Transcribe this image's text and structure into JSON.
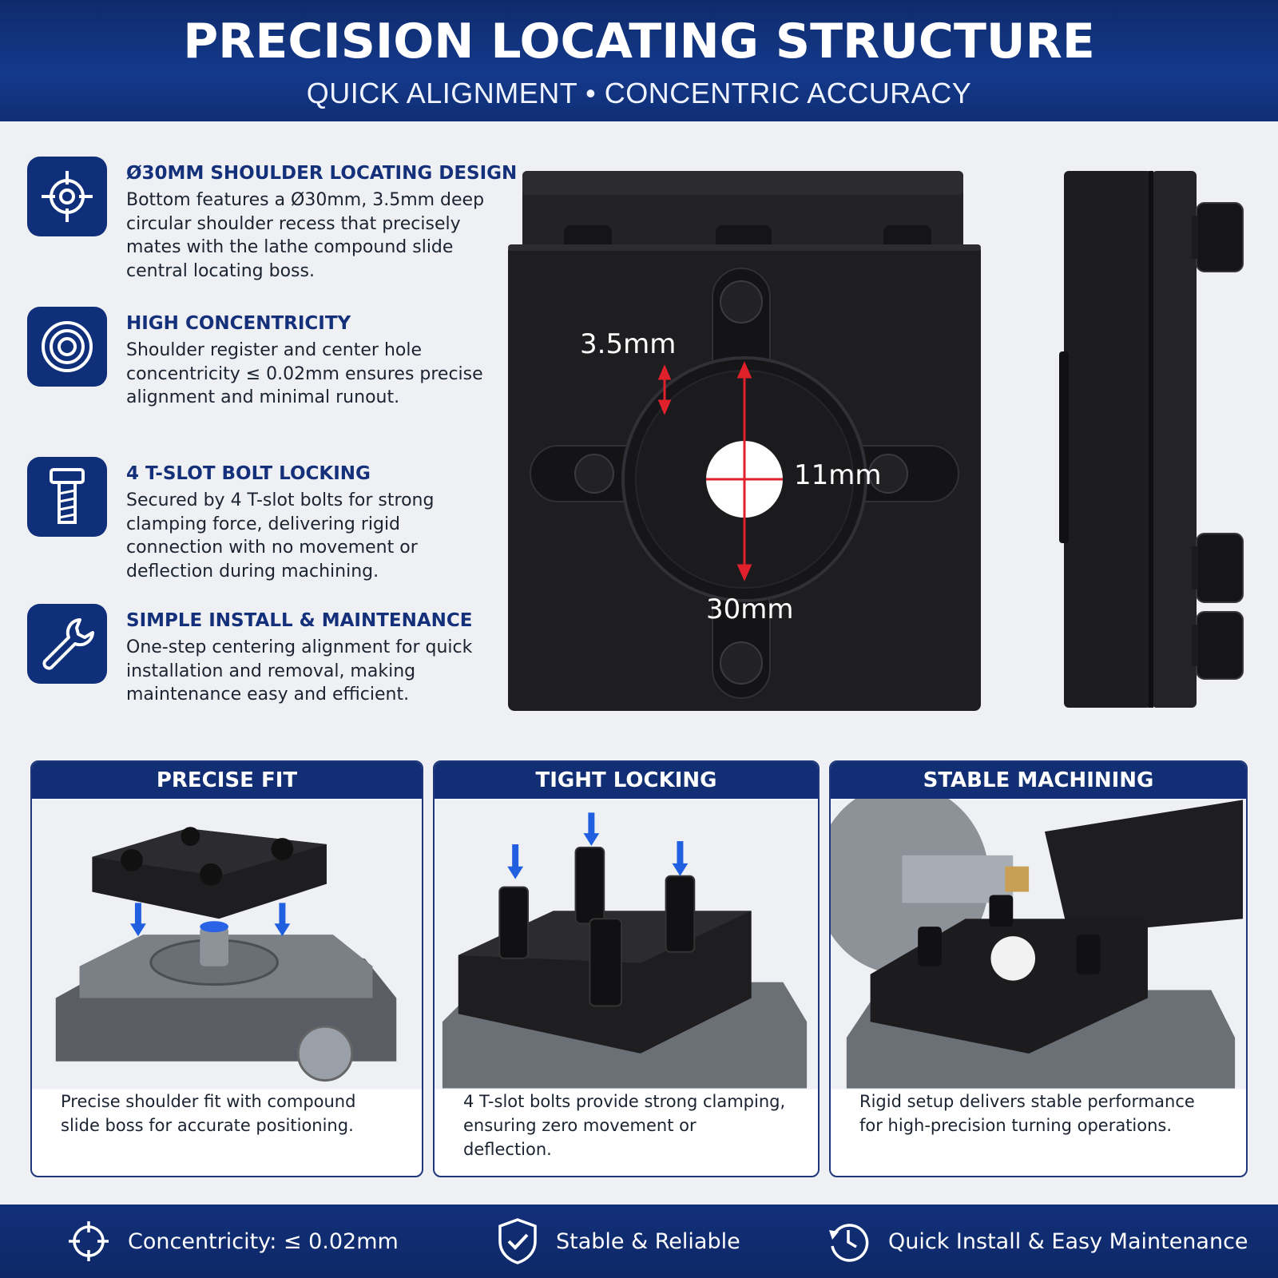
{
  "header": {
    "title": "PRECISION LOCATING STRUCTURE",
    "subtitle": "QUICK ALIGNMENT • CONCENTRIC ACCURACY"
  },
  "features": [
    {
      "icon": "crosshair-target-icon",
      "title": "Ø30MM SHOULDER LOCATING DESIGN",
      "description": "Bottom features a Ø30mm, 3.5mm deep circular shoulder recess that precisely mates with the lathe compound slide central locating boss."
    },
    {
      "icon": "concentric-circles-icon",
      "title": "HIGH CONCENTRICITY",
      "description": "Shoulder register and center hole concentricity ≤ 0.02mm ensures precise alignment and minimal runout."
    },
    {
      "icon": "bolt-icon",
      "title": "4 T-SLOT BOLT LOCKING",
      "description": "Secured by 4 T-slot bolts for strong clamping force, delivering rigid connection with no movement or deflection during machining."
    },
    {
      "icon": "wrench-icon",
      "title": "SIMPLE INSTALL & MAINTENANCE",
      "description": "One-step centering alignment for quick installation and removal, making maintenance easy and efficient."
    }
  ],
  "dimensions": {
    "depth": "3.5mm",
    "hole": "11mm",
    "diameter": "30mm"
  },
  "panels": [
    {
      "title": "PRECISE FIT",
      "caption": "Precise shoulder fit with compound slide boss for accurate positioning."
    },
    {
      "title": "TIGHT LOCKING",
      "caption": "4 T-slot bolts provide strong clamping, ensuring zero movement or deflection."
    },
    {
      "title": "STABLE MACHINING",
      "caption": "Rigid setup delivers stable performance for high-precision turning operations."
    }
  ],
  "footer": [
    {
      "icon": "crosshair-icon",
      "label": "Concentricity: ≤ 0.02mm"
    },
    {
      "icon": "shield-check-icon",
      "label": "Stable & Reliable"
    },
    {
      "icon": "clock-refresh-icon",
      "label": "Quick Install & Easy Maintenance"
    }
  ],
  "colors": {
    "navy": "#0f2f7a",
    "accent_blue": "#1f5fe0",
    "dimension_red": "#e0202a",
    "product_black": "#1c1c1e"
  }
}
